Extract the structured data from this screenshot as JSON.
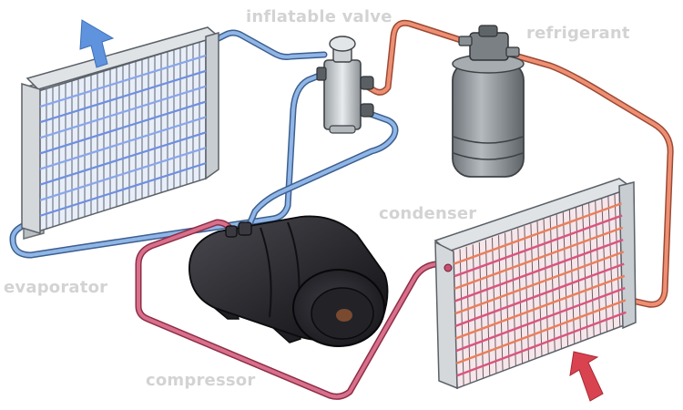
{
  "labels": {
    "inflatable_valve": "inflatable valve",
    "refrigerant": "refrigerant",
    "condenser": "condenser",
    "evaporator": "evaporator",
    "compressor": "compressor"
  },
  "colors": {
    "label_text": "#d3d3d3",
    "cold_line": "#6c9ad6",
    "hot_line": "#e0735a",
    "suction_line": "#c8506e",
    "cold_arrow": "#5f93de",
    "hot_arrow": "#d9434f",
    "evaporator_tubes": "#6f8fe0",
    "condenser_tubes_pink": "#d9557d",
    "condenser_tubes_orange": "#ea7f5c",
    "compressor_body": "#2a2a2e",
    "receiver_body": "#8e9499",
    "frame": "#dfe3e6"
  },
  "icons": {
    "cold_air_arrow": "arrow-up-icon",
    "hot_air_arrow": "arrow-diagonal-icon"
  }
}
